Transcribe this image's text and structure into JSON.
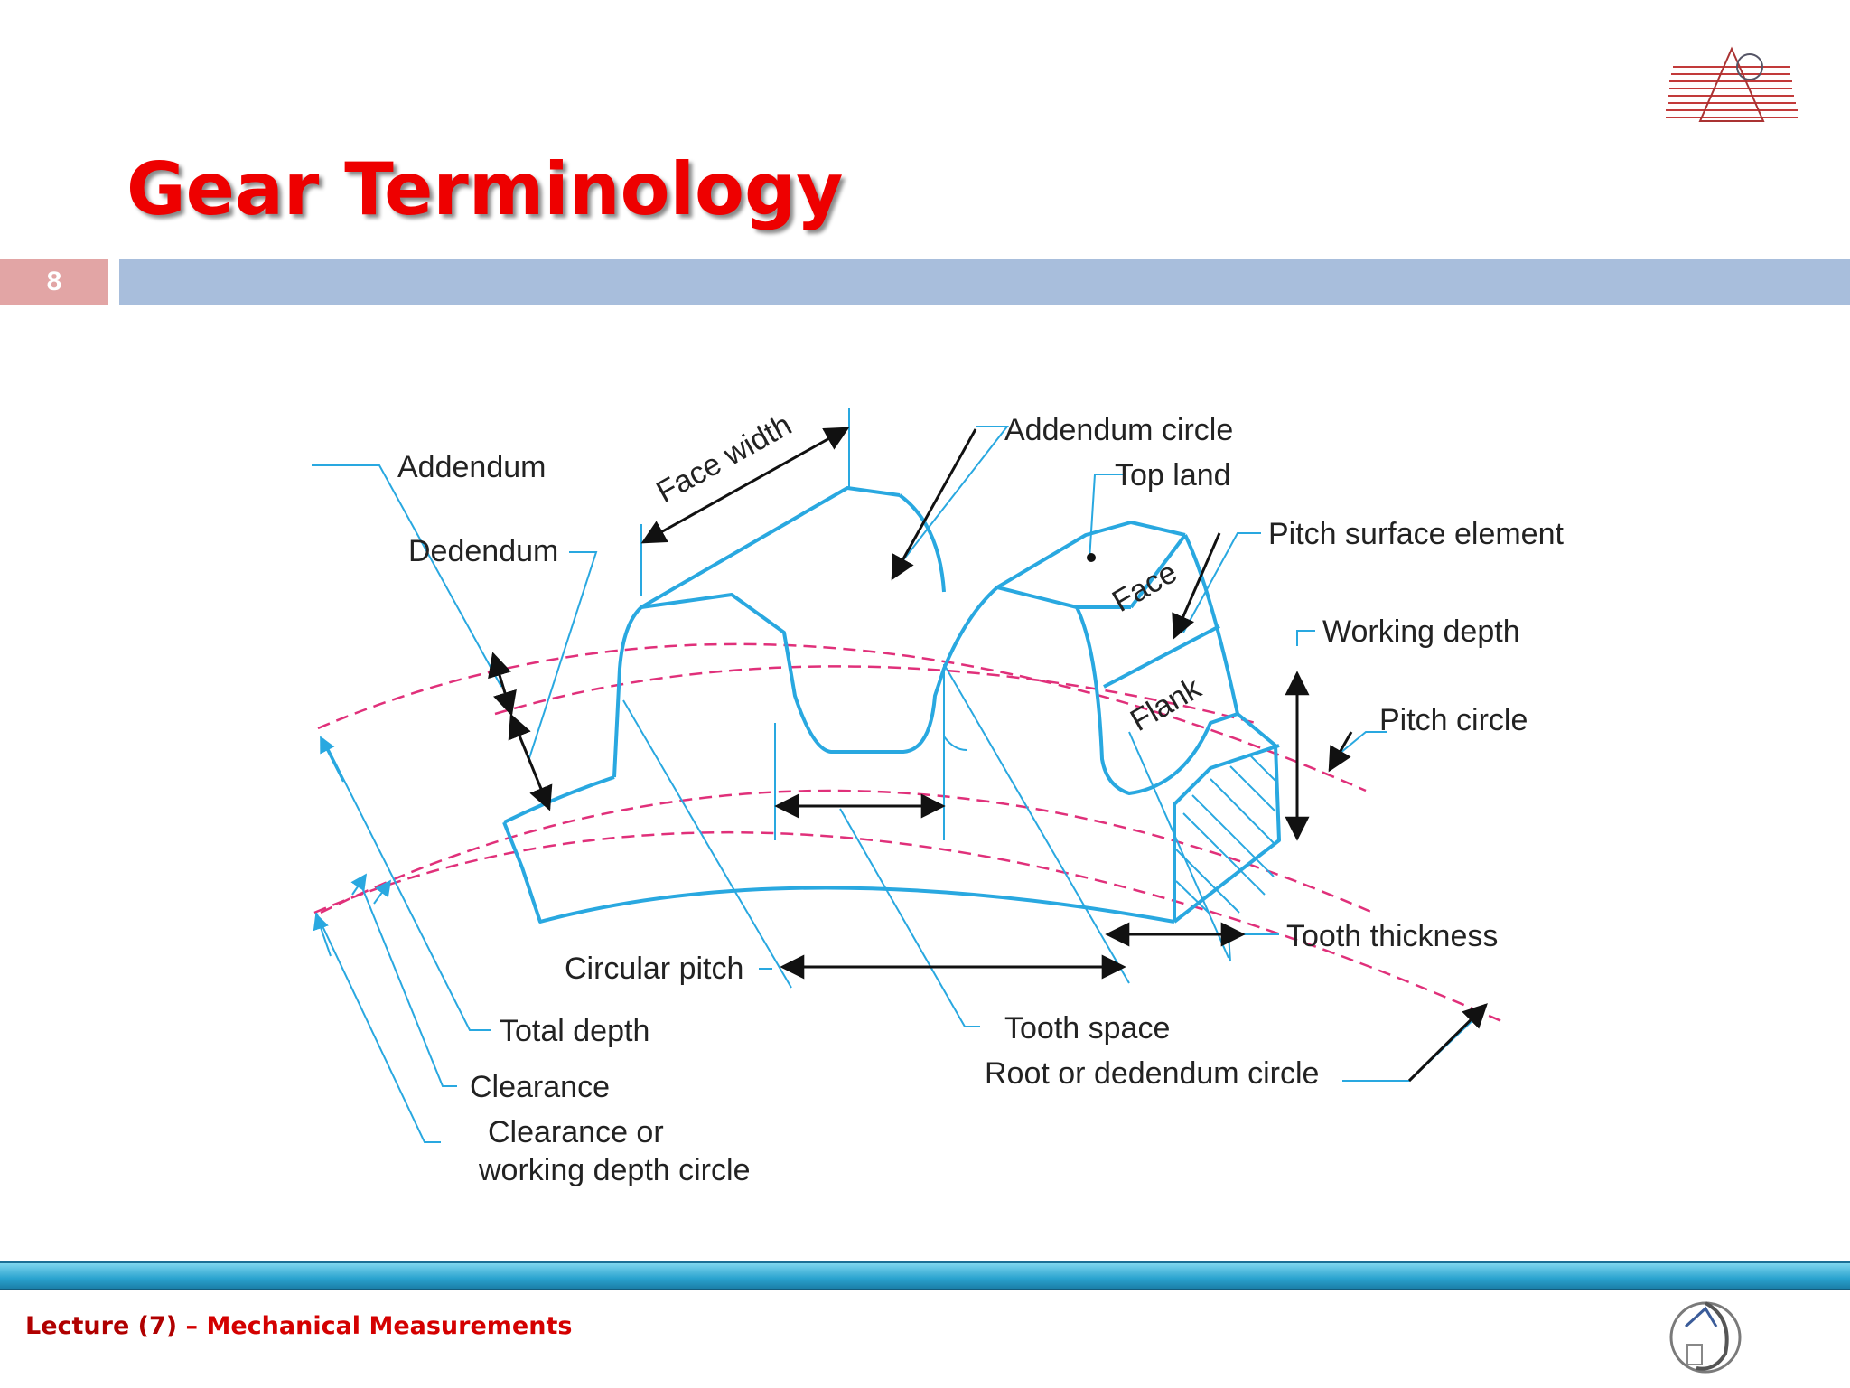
{
  "slide": {
    "title": "Gear Terminology",
    "number": "8",
    "footer": {
      "lecture": "Lecture (7)",
      "separator": " – ",
      "course": "Mechanical Measurements"
    }
  },
  "diagram": {
    "labels": {
      "addendum": "Addendum",
      "dedendum": "Dedendum",
      "face_width": "Face width",
      "addendum_circle": "Addendum circle",
      "top_land": "Top land",
      "pitch_surface_element": "Pitch surface element",
      "face": "Face",
      "working_depth": "Working depth",
      "flank": "Flank",
      "pitch_circle": "Pitch circle",
      "tooth_thickness": "Tooth thickness",
      "circular_pitch": "Circular pitch",
      "tooth_space": "Tooth space",
      "root_or_dedendum_circle": "Root or dedendum circle",
      "total_depth": "Total depth",
      "clearance": "Clearance",
      "clearance_or_line1": "Clearance or",
      "clearance_or_line2": "working depth circle"
    }
  },
  "colors": {
    "title": "#ee0000",
    "title_bar": "#a8bedc",
    "slide_number_bg": "#e2a5a5",
    "gear_outline": "#29a8e0",
    "circle_dashes": "#e0307a",
    "footer_bar": "#2aa3cf",
    "footer_text": "#d40000"
  }
}
